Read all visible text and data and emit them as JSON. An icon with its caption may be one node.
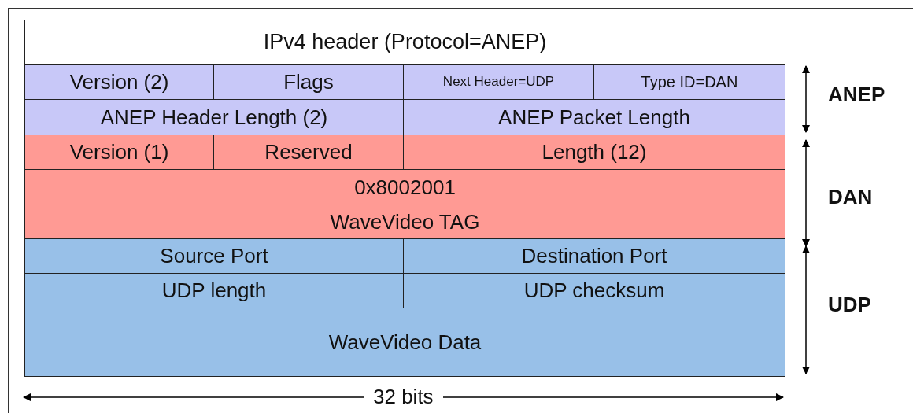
{
  "diagram": {
    "labels": [
      "IPv4 header (Protocol=ANEP)",
      "Version (2)",
      "Flags",
      "Next Header=UDP",
      "Type ID=DAN",
      "ANEP Header Length (2)",
      "ANEP Packet Length",
      "Version (1)",
      "Reserved",
      "Length (12)",
      "0x8002001",
      "WaveVideo TAG",
      "Source Port",
      "Destination Port",
      "UDP length",
      "UDP checksum",
      "WaveVideo Data",
      "ANEP",
      "DAN",
      "UDP",
      "32 bits"
    ]
  }
}
